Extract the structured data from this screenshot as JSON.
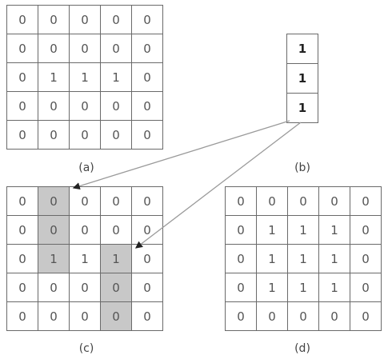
{
  "grids": {
    "a": {
      "caption": "(a)",
      "rows": [
        [
          "0",
          "0",
          "0",
          "0",
          "0"
        ],
        [
          "0",
          "0",
          "0",
          "0",
          "0"
        ],
        [
          "0",
          "1",
          "1",
          "1",
          "0"
        ],
        [
          "0",
          "0",
          "0",
          "0",
          "0"
        ],
        [
          "0",
          "0",
          "0",
          "0",
          "0"
        ]
      ]
    },
    "b": {
      "caption": "(b)",
      "rows": [
        [
          "1"
        ],
        [
          "1"
        ],
        [
          "1"
        ]
      ]
    },
    "c": {
      "caption": "(c)",
      "rows": [
        [
          "0",
          "0",
          "0",
          "0",
          "0"
        ],
        [
          "0",
          "0",
          "0",
          "0",
          "0"
        ],
        [
          "0",
          "1",
          "1",
          "1",
          "0"
        ],
        [
          "0",
          "0",
          "0",
          "0",
          "0"
        ],
        [
          "0",
          "0",
          "0",
          "0",
          "0"
        ]
      ],
      "highlighted_cells": [
        [
          0,
          1
        ],
        [
          1,
          1
        ],
        [
          2,
          1
        ],
        [
          2,
          3
        ],
        [
          3,
          3
        ],
        [
          4,
          3
        ]
      ]
    },
    "d": {
      "caption": "(d)",
      "rows": [
        [
          "0",
          "0",
          "0",
          "0",
          "0"
        ],
        [
          "0",
          "1",
          "1",
          "1",
          "0"
        ],
        [
          "0",
          "1",
          "1",
          "1",
          "0"
        ],
        [
          "0",
          "1",
          "1",
          "1",
          "0"
        ],
        [
          "0",
          "0",
          "0",
          "0",
          "0"
        ]
      ]
    }
  },
  "colors": {
    "highlight": "#c8c8c8",
    "grid_line": "#6a6a6a",
    "arrow": "#999999"
  }
}
